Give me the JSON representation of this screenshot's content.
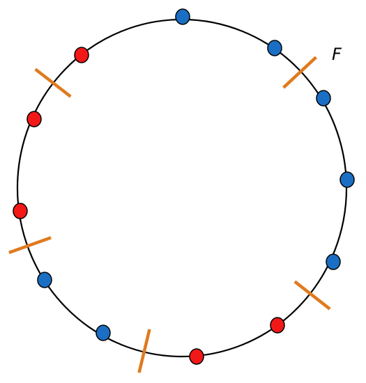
{
  "labels": {
    "f": "F"
  },
  "colors": {
    "circle": "#000000",
    "blue_point": "#1a6fc4",
    "red_point": "#f21818",
    "cut_mark": "#e07a1f",
    "point_outline": "#000000"
  },
  "points": [
    {
      "color": "blue"
    },
    {
      "color": "blue"
    },
    {
      "color": "red"
    },
    {
      "color": "blue"
    },
    {
      "color": "red"
    },
    {
      "color": "blue"
    },
    {
      "color": "red"
    },
    {
      "color": "blue"
    },
    {
      "color": "blue"
    },
    {
      "color": "red"
    },
    {
      "color": "blue"
    },
    {
      "color": "red"
    }
  ],
  "cut_mark_count": 5
}
